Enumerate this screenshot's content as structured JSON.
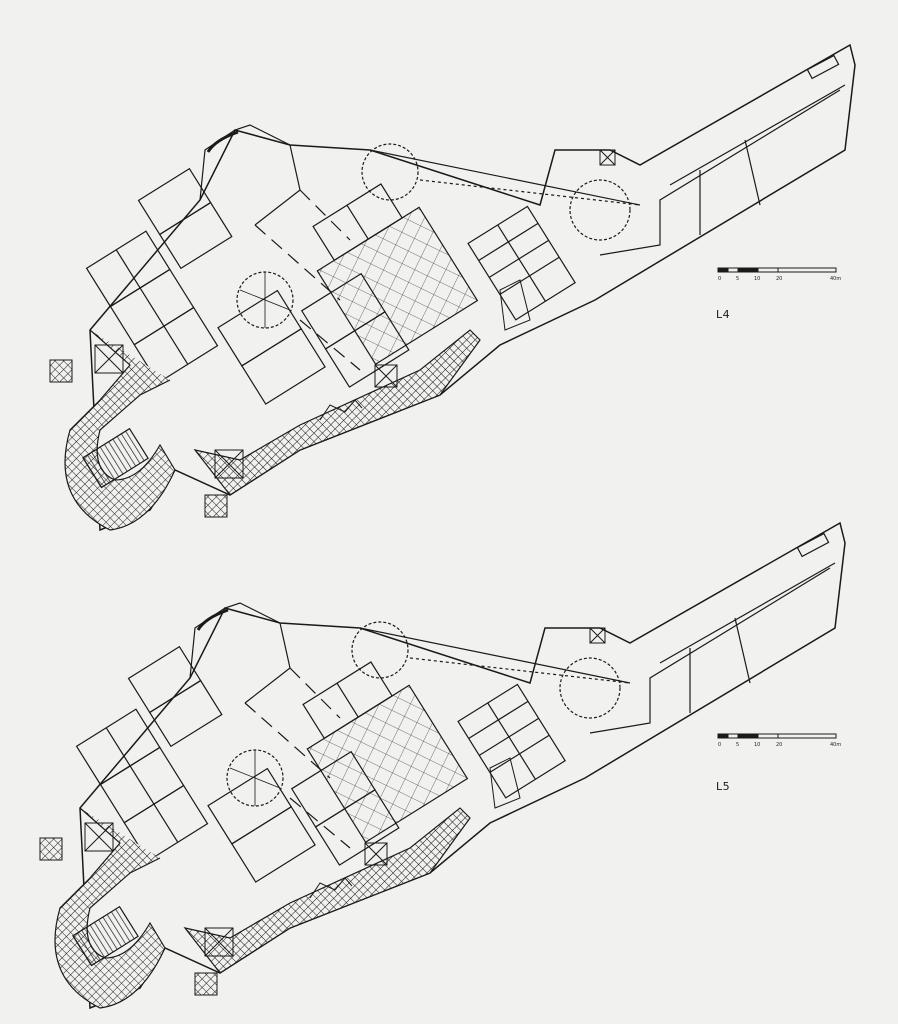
{
  "plans": [
    {
      "id": "level-4",
      "label": "L4",
      "scale": {
        "ticks": [
          "0",
          "5",
          "10",
          "20",
          "40m"
        ]
      }
    },
    {
      "id": "level-5",
      "label": "L5",
      "scale": {
        "ticks": [
          "0",
          "5",
          "10",
          "20",
          "40m"
        ]
      }
    }
  ],
  "colors": {
    "paper": "#f1f1ef",
    "ink": "#1a1a1a"
  }
}
